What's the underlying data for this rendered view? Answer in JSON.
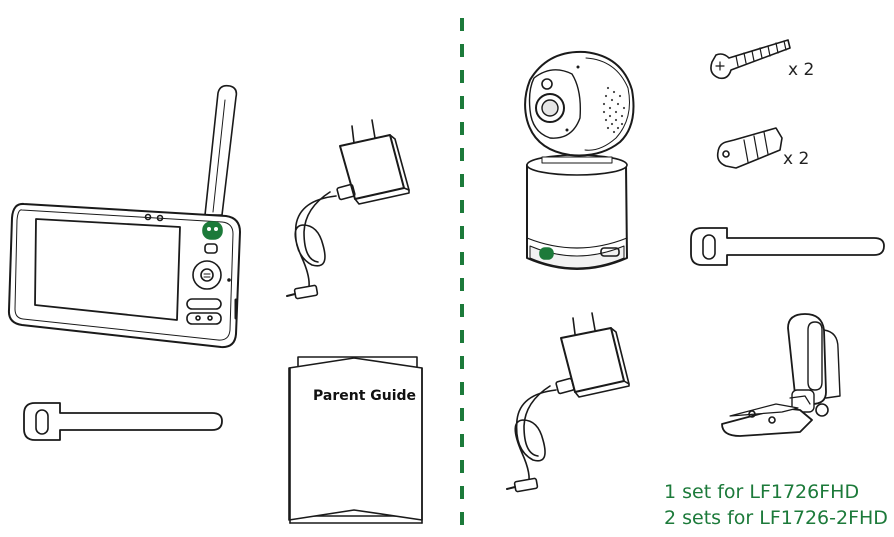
{
  "colors": {
    "accent": "#1c7a3a",
    "line": "#1a1a1a",
    "divider": "#1c7a3a"
  },
  "items": {
    "parent_unit": {
      "icon": "parent-unit-monitor-icon"
    },
    "parent_adapter": {
      "icon": "power-adapter-icon"
    },
    "parent_cable_tie": {
      "icon": "cable-tie-icon"
    },
    "parent_guide": {
      "icon": "booklet-icon",
      "title": "Parent Guide"
    },
    "camera": {
      "icon": "camera-unit-icon"
    },
    "camera_adapter": {
      "icon": "power-adapter-icon"
    },
    "screws": {
      "icon": "screw-icon",
      "qty": "x 2"
    },
    "anchors": {
      "icon": "wall-anchor-icon",
      "qty": "x 2"
    },
    "camera_cable_tie": {
      "icon": "cable-tie-icon"
    },
    "mount": {
      "icon": "mounting-bracket-icon"
    }
  },
  "note": {
    "line1": "1 set for LF1726FHD",
    "line2": "2 sets for LF1726-2FHD"
  }
}
